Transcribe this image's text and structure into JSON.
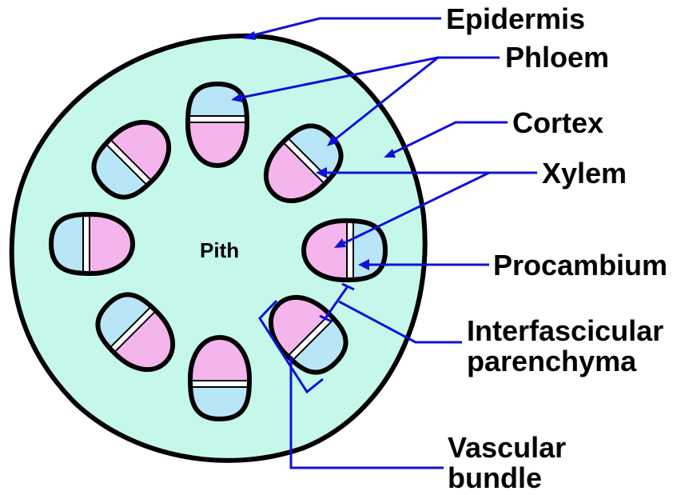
{
  "labels": {
    "epidermis": "Epidermis",
    "phloem": "Phloem",
    "cortex": "Cortex",
    "xylem": "Xylem",
    "procambium": "Procambium",
    "interfascicular_line1": "Interfascicular",
    "interfascicular_line2": "parenchyma",
    "vascular_line1": "Vascular",
    "vascular_line2": "bundle",
    "pith": "Pith"
  },
  "colors": {
    "cortex": "#c5f8ea",
    "phloem": "#b8e6f6",
    "xylem": "#f3b5ec",
    "procambium": "#ffffff",
    "outline": "#000000",
    "leader_lines": "#1010d8"
  }
}
